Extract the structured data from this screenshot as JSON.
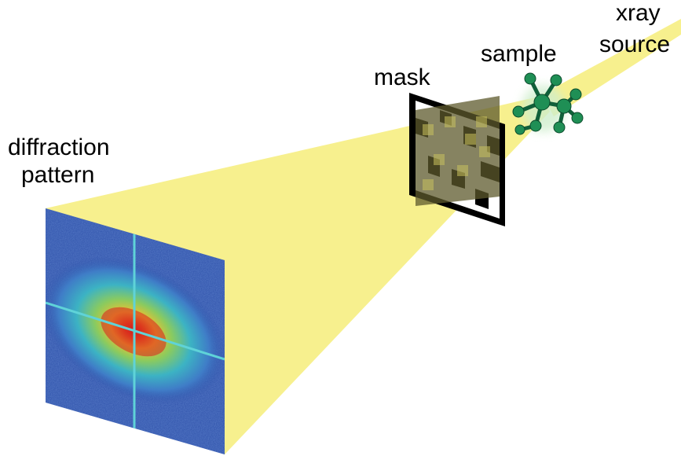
{
  "labels": {
    "diffraction_line1": "diffraction",
    "diffraction_line2": "pattern",
    "mask": "mask",
    "sample": "sample",
    "xray_line1": "xray",
    "xray_line2": "source"
  },
  "colors": {
    "beam": "#f7f08e",
    "detector_background": "#2c4fa8",
    "mask_frame": "#000000",
    "mask_open_tint": "#5e5a2c",
    "molecule": "#1f8f55",
    "text": "#000000"
  },
  "icons": {
    "sample": "molecule-icon",
    "detector": "diffraction-speckle-image"
  }
}
